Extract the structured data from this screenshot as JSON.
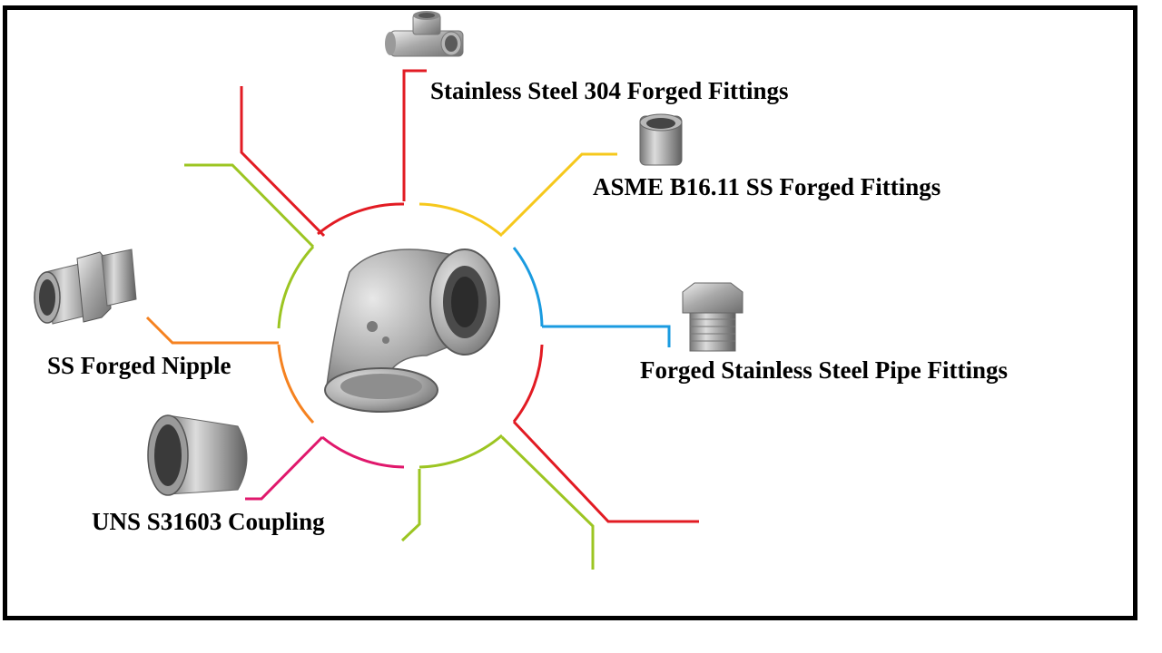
{
  "diagram": {
    "labels": {
      "ss304": "Stainless Steel 304 Forged Fittings",
      "asme": "ASME B16.11 SS Forged Fittings",
      "pipe": "Forged Stainless Steel Pipe Fittings",
      "nipple": "SS Forged Nipple",
      "coupling": "UNS S31603 Coupling"
    },
    "colors": {
      "red": "#e21b23",
      "yellow": "#f6c81c",
      "blue": "#1a9be0",
      "orange": "#f58220",
      "magenta": "#e0186c",
      "green": "#9cc522",
      "frame": "#000000"
    },
    "icons": {
      "center": "galvanized-elbow-icon",
      "tee": "forged-tee-icon",
      "socket": "half-coupling-icon",
      "plug": "hex-plug-icon",
      "nipple": "hex-nipple-icon",
      "coupling": "reducing-coupling-icon"
    }
  }
}
